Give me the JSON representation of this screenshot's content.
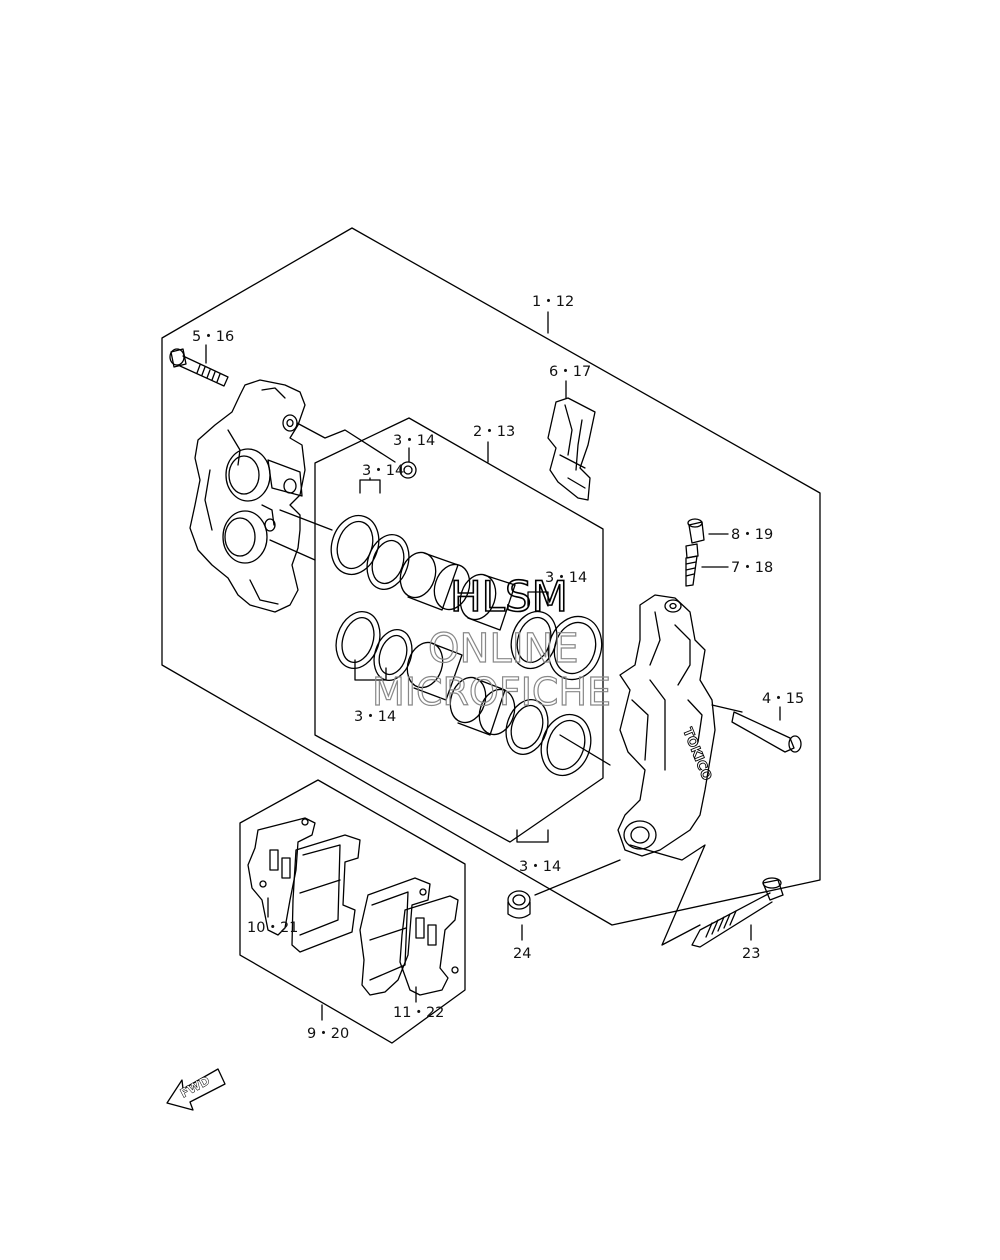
{
  "labels": {
    "l1_12": "1・12",
    "l2_13": "2・13",
    "l3_14_a": "3・14",
    "l3_14_b": "3・14",
    "l3_14_c": "3・14",
    "l3_14_d": "3・14",
    "l3_14_e": "3・14",
    "l4_15": "4・15",
    "l5_16": "5・16",
    "l6_17": "6・17",
    "l7_18": "7・18",
    "l8_19": "8・19",
    "l9_20": "9・20",
    "l10_21": "10・21",
    "l11_22": "11・22",
    "l23": "23",
    "l24": "24"
  },
  "watermark": {
    "line1": "HLSM",
    "line2": "ONLINE",
    "line3": "MICROFICHE"
  },
  "fwd_text": "FWD",
  "caliper_brand": "TOKICO"
}
